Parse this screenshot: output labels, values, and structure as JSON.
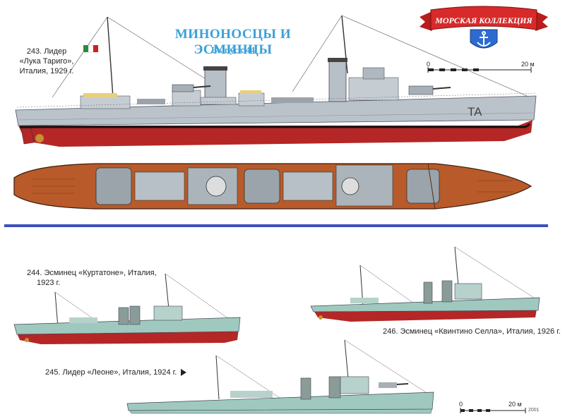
{
  "header": {
    "title": "МИНОНОСЦЫ И ЭСМИНЦЫ",
    "issue": "Выпуск 44"
  },
  "logo": {
    "banner_text": "МОРСКАЯ КОЛЛЕКЦИЯ",
    "colors": {
      "banner": "#d82a2a",
      "shield": "#2d6bd0",
      "anchor": "#ffffff"
    }
  },
  "ships": [
    {
      "id": "243",
      "caption_line1": "243. Лидер",
      "caption_line2": "«Лука Тариго»,",
      "caption_line3": "Италия, 1929 г.",
      "hull_marking": "TA"
    },
    {
      "id": "244",
      "caption_line1": "244. Эсминец «Куртатоне», Италия,",
      "caption_line2": "1923 г."
    },
    {
      "id": "245",
      "caption_line1": "245. Лидер «Леоне», Италия, 1924 г."
    },
    {
      "id": "246",
      "caption_line1": "246. Эсминец «Квинтино Селла», Италия, 1926 г."
    }
  ],
  "scale_bars": [
    {
      "start_label": "0",
      "end_label": "20 м"
    },
    {
      "start_label": "0",
      "end_label": "20 м"
    }
  ],
  "copyright": "2001",
  "colors": {
    "hull_grey": "#b9c3c9",
    "hull_green": "#9fc9be",
    "waterline_red": "#b52626",
    "deck_brown": "#b85a2a",
    "divider": "#3a4fc0",
    "title": "#3aa0d8"
  }
}
